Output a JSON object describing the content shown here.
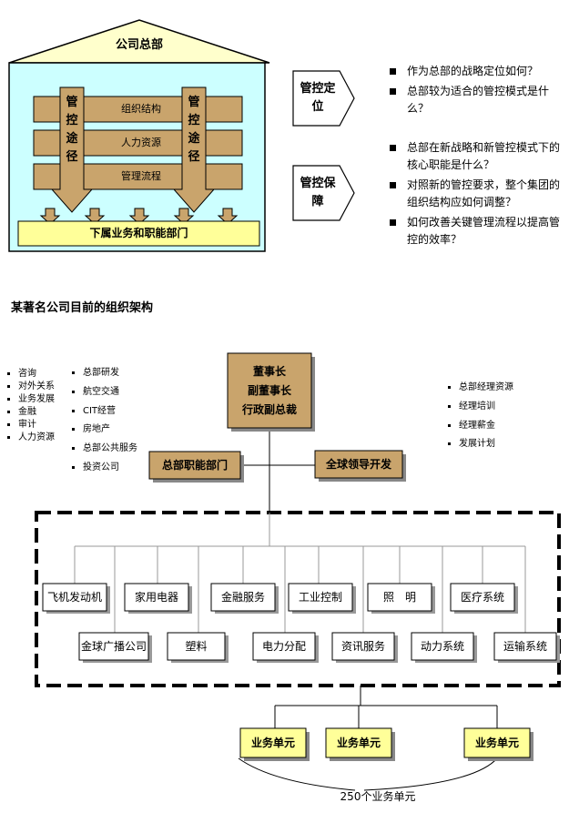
{
  "top": {
    "hq_label": "公司总部",
    "bars": [
      "组织结构",
      "人力资源",
      "管理流程"
    ],
    "control_path_left": "管控途径",
    "control_path_right": "管控途径",
    "subordinate_label": "下属业务和职能部门",
    "positioning_label": "管控定位",
    "assurance_label": "管控保障",
    "positioning_questions": [
      "作为总部的战略定位如何？",
      "总部较为适合的管控模式是什么？"
    ],
    "assurance_questions": [
      "总部在新战略和新管控模式下的核心职能是什么？",
      "对照新的管控要求，整个集团的组织结构应如何调整？",
      "如何改善关键管理流程以提高管控的效率？"
    ]
  },
  "org": {
    "section_title": "某著名公司目前的组织架构",
    "leadership": [
      "董事长",
      "副董事长",
      "行政副总裁"
    ],
    "hq_functions_label": "总部职能部门",
    "global_leadership_label": "全球领导开发",
    "left_list_1": [
      "咨询",
      "对外关系",
      "业务发展",
      "金融",
      "审计",
      "人力资源"
    ],
    "left_list_2": [
      "总部研发",
      "航空交通",
      "CIT经营",
      "房地产",
      "总部公共服务",
      "投资公司"
    ],
    "right_list": [
      "总部经理资源",
      "经理培训",
      "经理薪金",
      "发展计划"
    ],
    "businesses_row1": [
      "飞机发动机",
      "家用电器",
      "金融服务",
      "工业控制",
      "照　明",
      "医疗系统"
    ],
    "businesses_row2": [
      "金球广播公司",
      "塑料",
      "电力分配",
      "资讯服务",
      "动力系统",
      "运输系统"
    ],
    "units": [
      "业务单元",
      "业务单元",
      "业务单元"
    ],
    "units_total": "250个业务单元"
  },
  "colors": {
    "tan": "#c9a46c",
    "light_cyan": "#ccffff",
    "light_yellow": "#ffffcc",
    "yellow": "#ffff99"
  }
}
